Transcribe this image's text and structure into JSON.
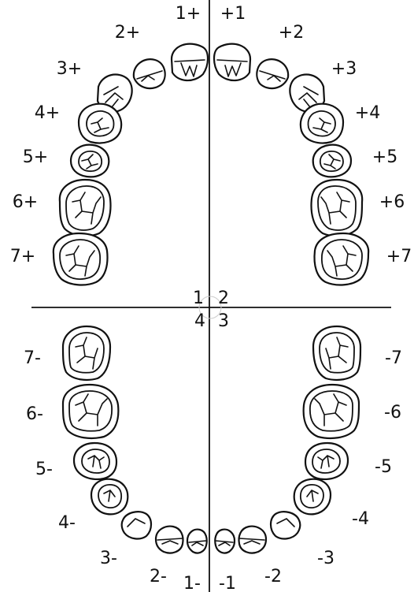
{
  "quadrants": [
    "1",
    "2",
    "4",
    "3"
  ],
  "upper_left": [
    "1+",
    "2+",
    "3+",
    "4+",
    "5+",
    "6+",
    "7+"
  ],
  "upper_right": [
    "+1",
    "+2",
    "+3",
    "+4",
    "+5",
    "+6",
    "+7"
  ],
  "lower_left": [
    "1-",
    "2-",
    "3-",
    "4-",
    "5-",
    "6-",
    "7-"
  ],
  "lower_right": [
    "-1",
    "-2",
    "-3",
    "-4",
    "-5",
    "-6",
    "-7"
  ],
  "colors": {
    "line": "#111111",
    "background": "#ffffff"
  }
}
